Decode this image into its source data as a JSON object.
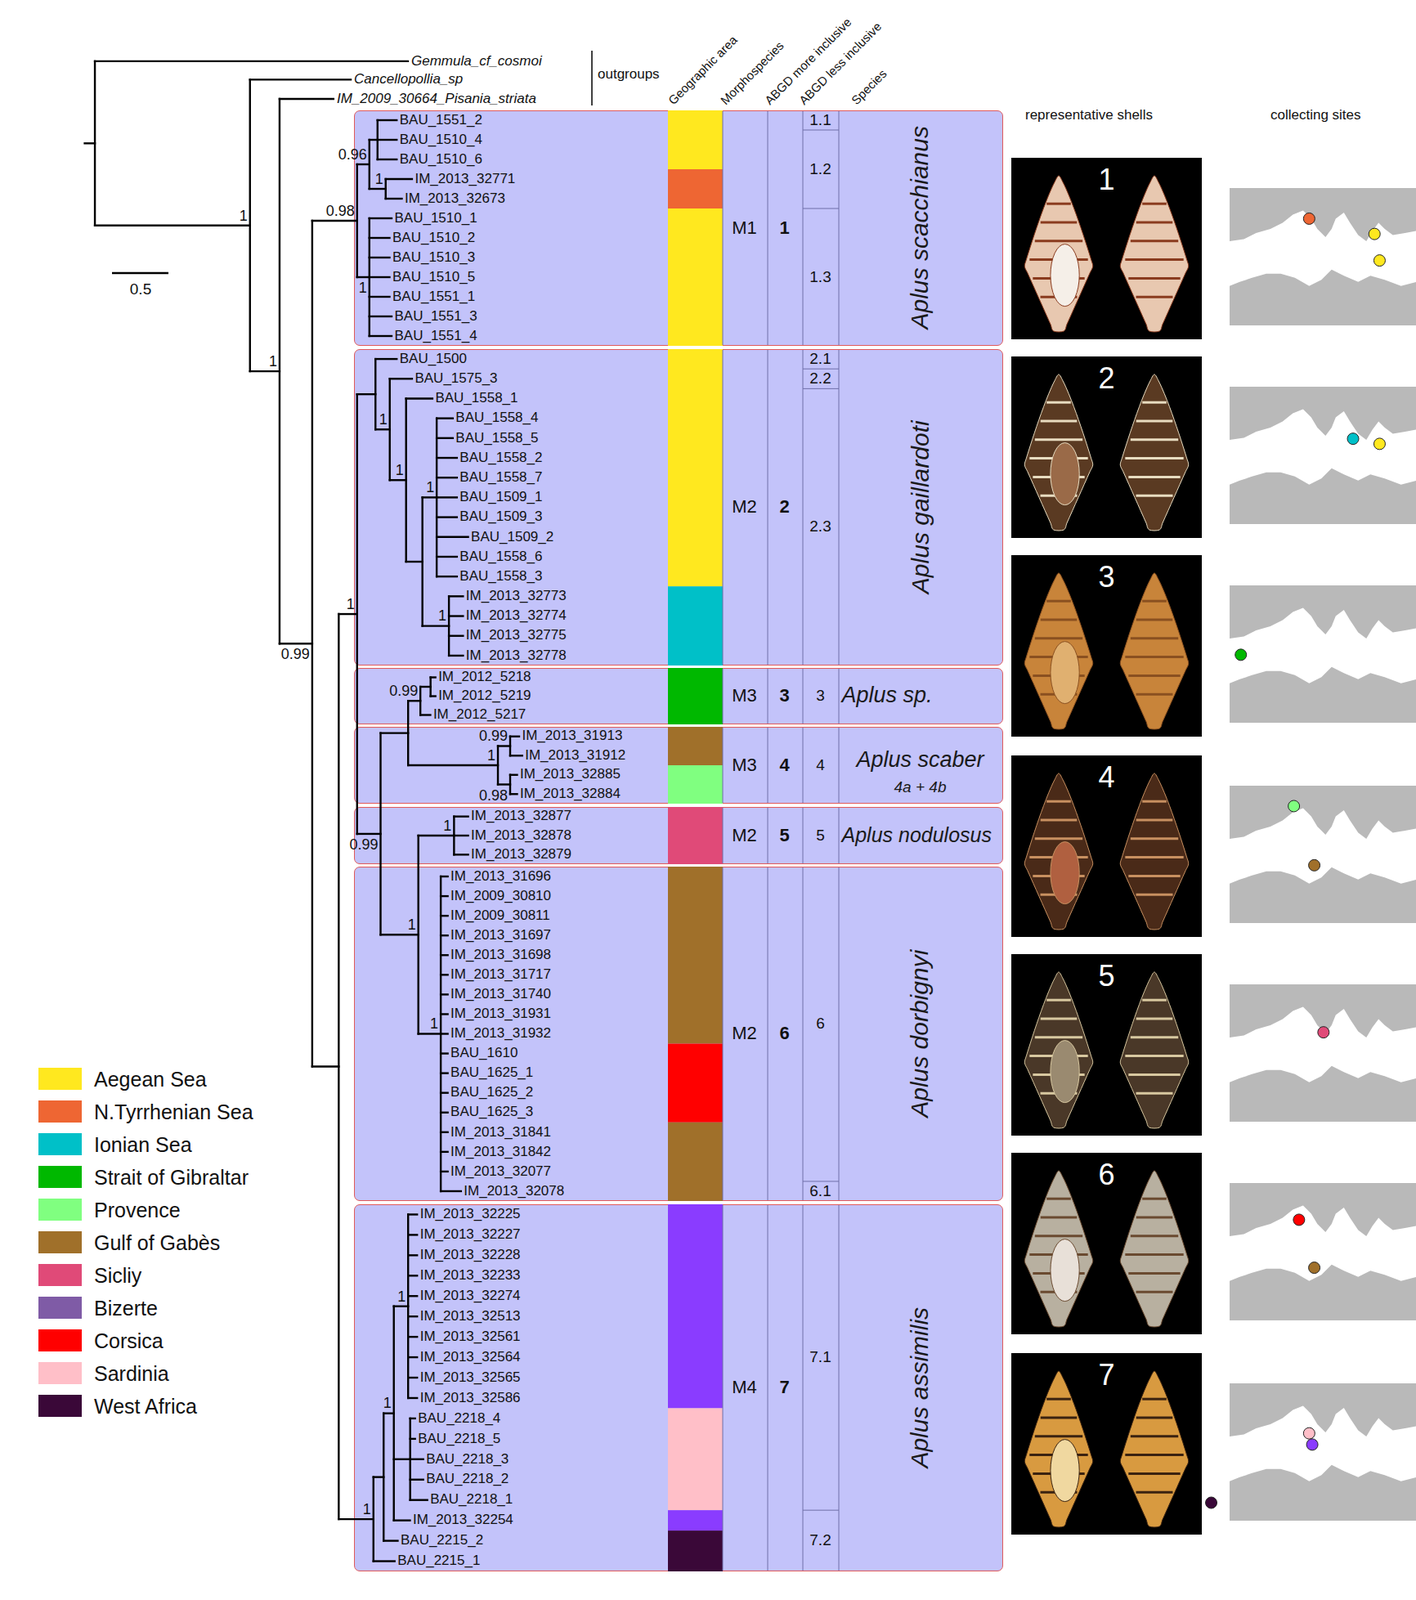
{
  "diagram": {
    "nodes": [
      {
        "text": [
          "BAU_1551_2",
          "BAU_1510_4",
          "BAU_1510_6",
          "IM_2013_32771",
          "IM_2013_32673",
          "BAU_1510_1",
          "BAU_1510_2",
          "BAU_1510_3",
          "BAU_1510_5",
          "BAU_1551_1",
          "BAU_1551_3",
          "BAU_1551_4",
          "M1",
          "1",
          "1.1",
          "1.2",
          "1.3",
          "Aplus scacchianus"
        ]
      },
      {
        "text": [
          "BAU_1500",
          "BAU_1575_3",
          "BAU_1558_1",
          "BAU_1558_4",
          "BAU_1558_5",
          "BAU_1558_2",
          "BAU_1558_7",
          "BAU_1509_1",
          "BAU_1509_3",
          "BAU_1509_2",
          "BAU_1558_6",
          "BAU_1558_3",
          "IM_2013_32773",
          "IM_2013_32774",
          "IM_2013_32775",
          "IM_2013_32778",
          "M2",
          "2",
          "2.1",
          "2.2",
          "2.3",
          "Aplus gaillardoti"
        ]
      },
      {
        "text": [
          "IM_2012_5218",
          "IM_2012_5219",
          "IM_2012_5217",
          "M3",
          "3",
          "3",
          "Aplus sp."
        ]
      },
      {
        "text": [
          "IM_2013_31913",
          "IM_2013_31912",
          "IM_2013_32885",
          "IM_2013_32884",
          "M3",
          "4",
          "4",
          "Aplus scaber",
          "4a + 4b"
        ]
      },
      {
        "text": [
          "IM_2013_32877",
          "IM_2013_32878",
          "IM_2013_32879",
          "M2",
          "5",
          "5",
          "Aplus nodulosus"
        ]
      },
      {
        "text": [
          "IM_2013_31696",
          "IM_2009_30810",
          "IM_2009_30811",
          "IM_2013_31697",
          "IM_2013_31698",
          "IM_2013_31717",
          "IM_2013_31740",
          "IM_2013_31931",
          "IM_2013_31932",
          "BAU_1610",
          "BAU_1625_1",
          "BAU_1625_2",
          "BAU_1625_3",
          "IM_2013_31841",
          "IM_2013_31842",
          "IM_2013_32077",
          "IM_2013_32078",
          "M2",
          "6",
          "6",
          "6.1",
          "Aplus dorbignyi"
        ]
      },
      {
        "text": [
          "IM_2013_32225",
          "IM_2013_32227",
          "IM_2013_32228",
          "IM_2013_32233",
          "IM_2013_32274",
          "IM_2013_32513",
          "IM_2013_32561",
          "IM_2013_32564",
          "IM_2013_32565",
          "IM_2013_32586",
          "BAU_2218_4",
          "BAU_2218_5",
          "BAU_2218_3",
          "BAU_2218_2",
          "BAU_2218_1",
          "IM_2013_32254",
          "BAU_2215_2",
          "BAU_2215_1",
          "M4",
          "7",
          "7.1",
          "7.2",
          "Aplus assimilis"
        ]
      },
      {
        "text": [
          "1"
        ]
      },
      {
        "text": [
          "2"
        ]
      },
      {
        "text": [
          "3"
        ]
      },
      {
        "text": [
          "4"
        ]
      },
      {
        "text": [
          "5"
        ]
      },
      {
        "text": [
          "6"
        ]
      },
      {
        "text": [
          "7"
        ]
      }
    ],
    "labels": [
      "Gemmula_cf_cosmoi",
      "Cancellopollia_sp",
      "IM_2009_30664_Pisania_striata",
      "outgroups",
      "Geographic area",
      "Morphospecies",
      "ABGD more inclusive",
      "ABGD less inclusive",
      "Species",
      "representative shells",
      "collecting sites",
      "0.5",
      "0.96",
      "1",
      "0.98",
      "1",
      "1",
      "1",
      "0.99",
      "1",
      "1",
      "1",
      "1",
      "1",
      "0.99",
      "0.99",
      "0.99",
      "1",
      "0.98",
      "1",
      "1",
      "1",
      "1",
      "1",
      "1"
    ],
    "legend": [
      {
        "text": "Aegean Sea",
        "color": "#ffe81f"
      },
      {
        "text": "N.Tyrrhenian Sea",
        "color": "#ee6633"
      },
      {
        "text": "Ionian Sea",
        "color": "#00c0c8"
      },
      {
        "text": "Strait of Gibraltar",
        "color": "#00b800"
      },
      {
        "text": "Provence",
        "color": "#80ff80"
      },
      {
        "text": "Gulf of Gabès",
        "color": "#a0702a"
      },
      {
        "text": "Sicliy",
        "color": "#e04a78"
      },
      {
        "text": "Bizerte",
        "color": "#7f5ba6"
      },
      {
        "text": "Corsica",
        "color": "#ff0000"
      },
      {
        "text": "Sardinia",
        "color": "#ffbfc8"
      },
      {
        "text": "West Africa",
        "color": "#3a0838"
      }
    ]
  }
}
